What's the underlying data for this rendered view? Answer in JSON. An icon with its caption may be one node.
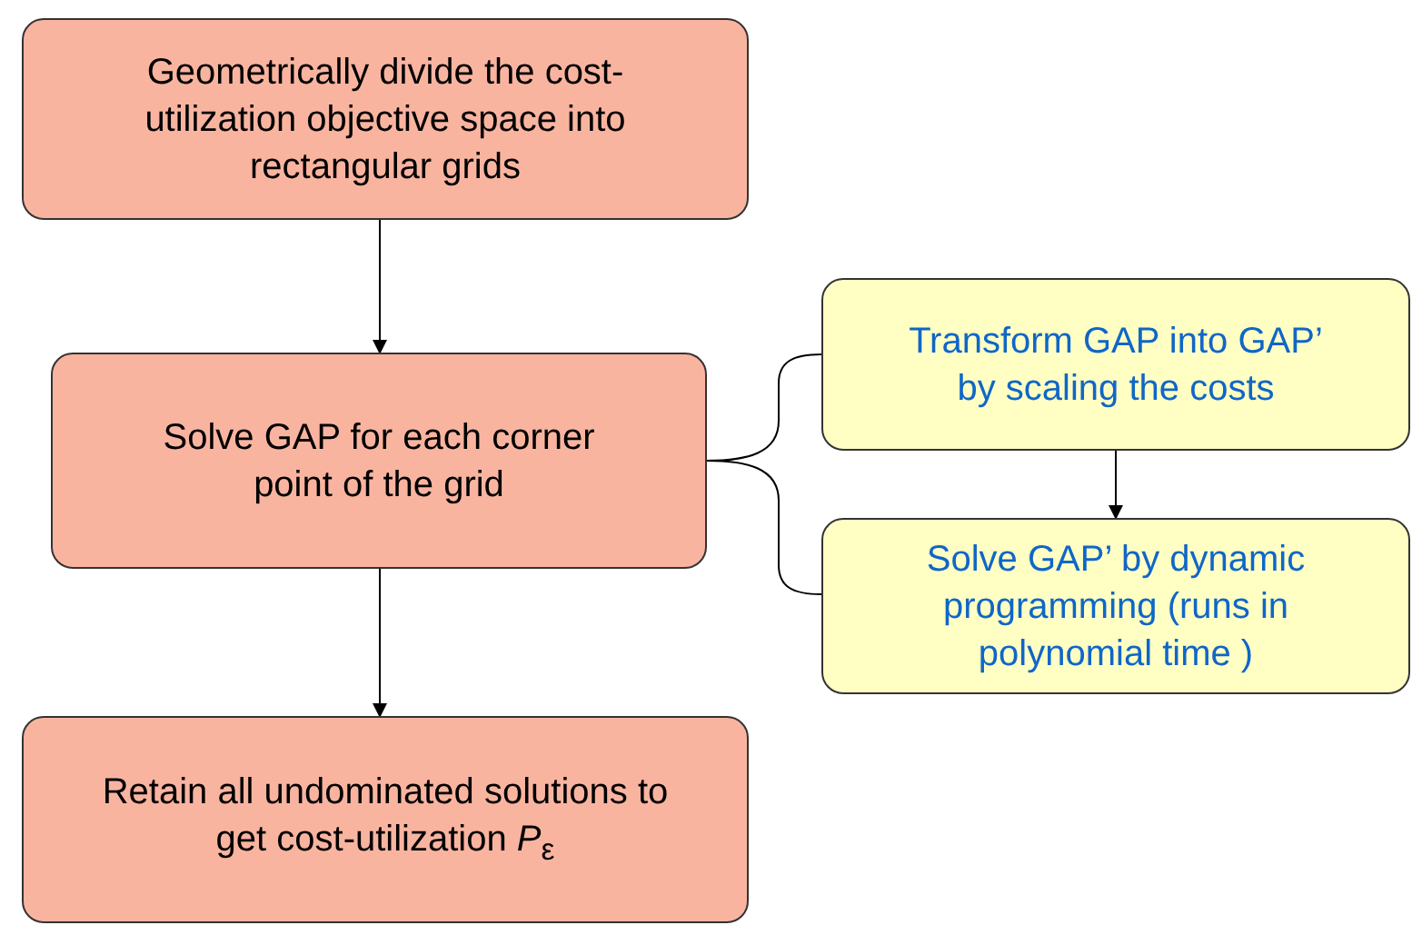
{
  "diagram": {
    "nodes": [
      {
        "text": [
          "Geometrically divide the cost-utilization objective space into rectangular grids"
        ]
      },
      {
        "text": [
          "Solve GAP for each corner point of the grid"
        ]
      },
      {
        "text": [
          "Transform GAP into GAP’ by scaling the costs"
        ]
      },
      {
        "text": [
          "Solve GAP’ by dynamic programming (runs in polynomial time )"
        ]
      },
      {
        "text": [
          "Retain all undominated solutions to get cost-utilization *P*$_{ε}$"
        ]
      }
    ],
    "edges": [
      {
        "from": 0,
        "to": 1,
        "arrow": "to"
      },
      {
        "from": 1,
        "to": 4,
        "arrow": "to"
      },
      {
        "from": 2,
        "to": 3,
        "arrow": "to"
      },
      {
        "from": 1,
        "to": 2,
        "arrow": "none"
      },
      {
        "from": 1,
        "to": 3,
        "arrow": "none"
      }
    ]
  }
}
